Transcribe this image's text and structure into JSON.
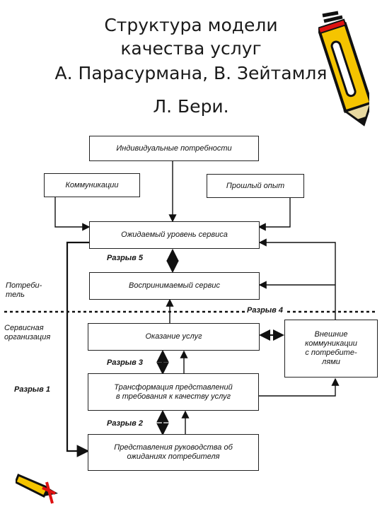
{
  "title": {
    "line1": "Структура модели",
    "line2": "качества услуг",
    "line3": "А. Парасурмана, В. Зейтамля",
    "line4": "Л. Бери."
  },
  "diagram": {
    "boxes": {
      "individual_needs": "Индивидуальные потребности",
      "communications": "Коммуникации",
      "past_experience": "Прошлый опыт",
      "expected_service": "Ожидаемый уровень сервиса",
      "perceived_service": "Воспринимаемый сервис",
      "service_delivery": "Оказание услуг",
      "external_comms_1": "Внешние",
      "external_comms_2": "коммуникации",
      "external_comms_3": "с потребите-",
      "external_comms_4": "лями",
      "transformation_1": "Трансформация представлений",
      "transformation_2": "в требования к качеству услуг",
      "management_1": "Представления руководства об",
      "management_2": "ожиданиях потребителя"
    },
    "labels": {
      "consumer_1": "Потреби-",
      "consumer_2": "тель",
      "org_1": "Сервисная",
      "org_2": "организация",
      "gap1": "Разрыв 1",
      "gap2": "Разрыв 2",
      "gap3": "Разрыв 3",
      "gap4": "Разрыв 4",
      "gap5": "Разрыв 5"
    }
  },
  "decorations": {
    "top_right": "pencil-icon",
    "bottom_left": "pencil-icon"
  }
}
